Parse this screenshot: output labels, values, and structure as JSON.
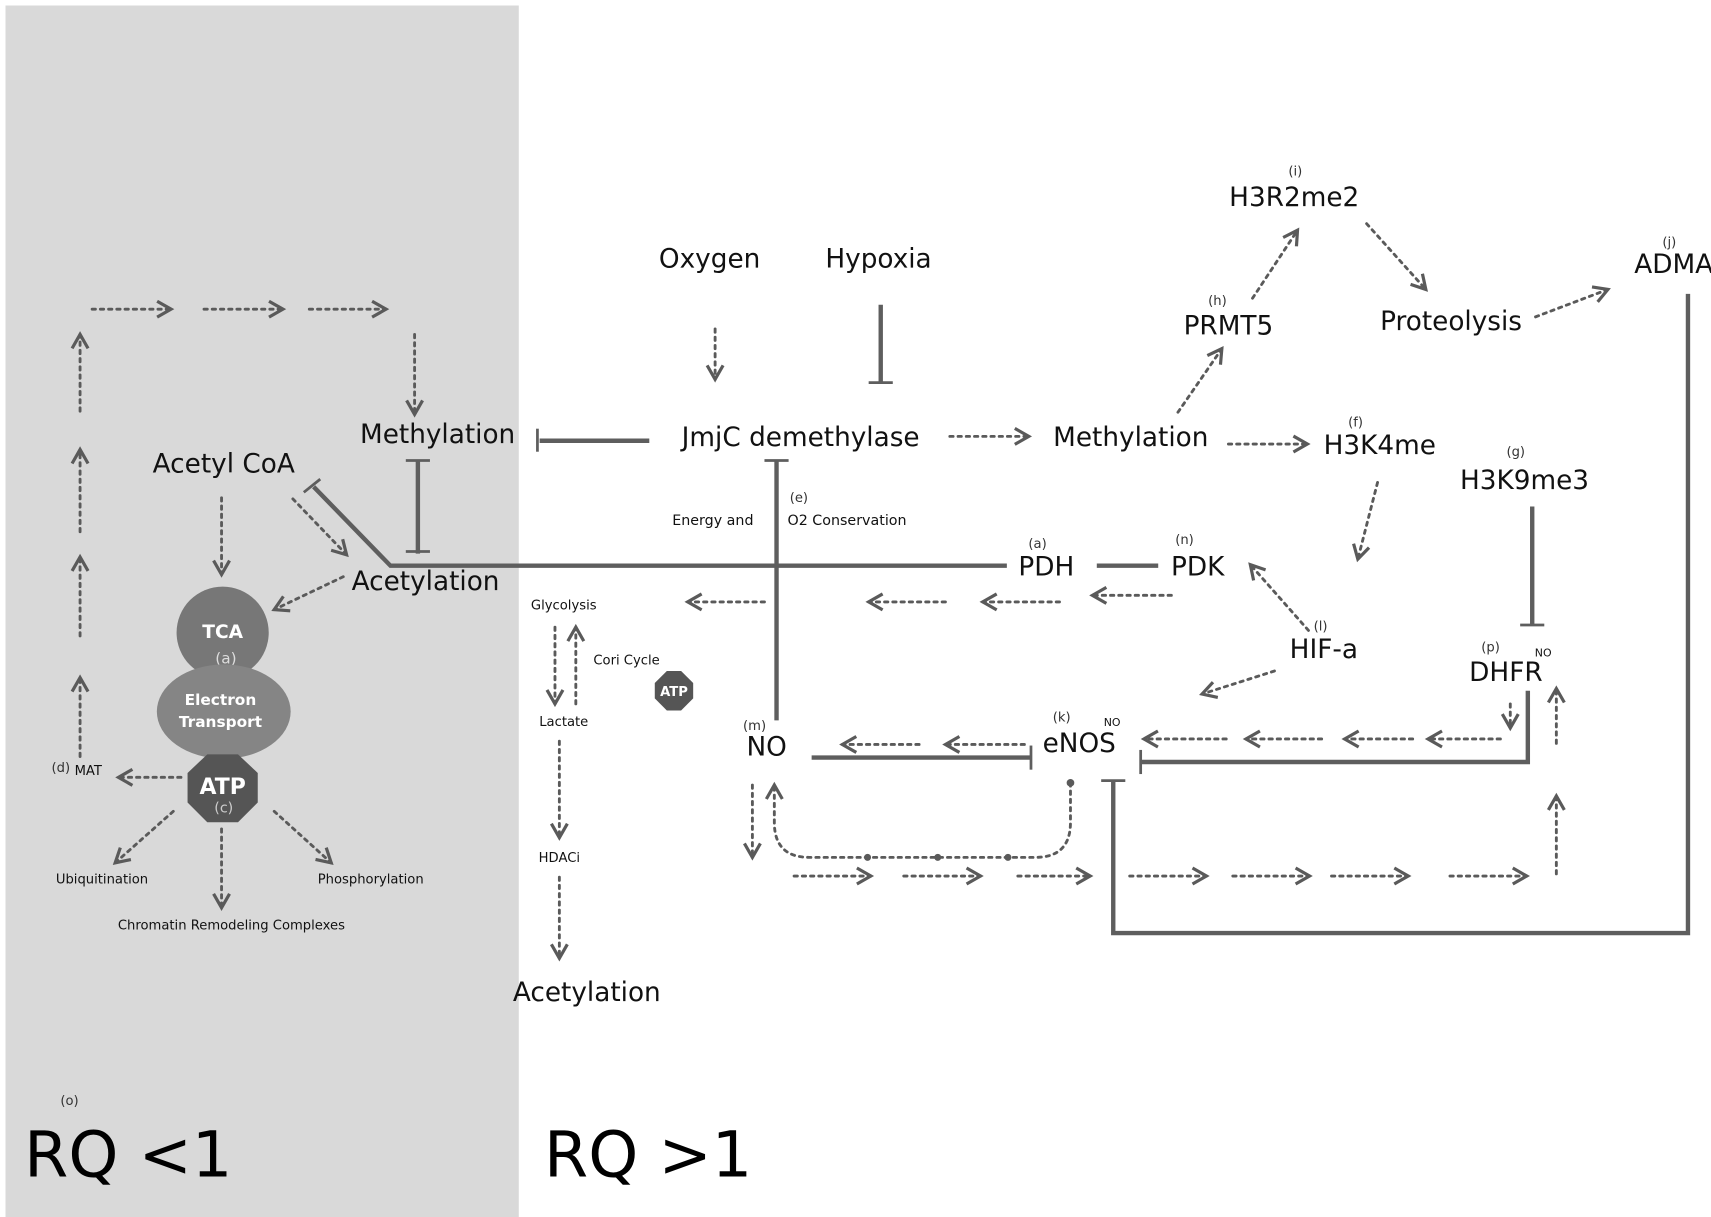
{
  "panels": {
    "left": {
      "label": "RQ <1",
      "tag": "(o)",
      "color": "#d9d9d9"
    },
    "right": {
      "label": "RQ >1"
    }
  },
  "colors": {
    "node_fill_tca": "#777777",
    "node_fill_et": "#858585",
    "node_fill_atp": "#555555",
    "line": "#5e5e5e"
  },
  "left_nodes": {
    "methylation": "Methylation",
    "acetyl_coa": "Acetyl CoA",
    "acetylation": "Acetylation",
    "tca": {
      "label": "TCA",
      "tag": "(a)"
    },
    "electron_transport": {
      "line1": "Electron",
      "line2": "Transport"
    },
    "atp": {
      "label": "ATP",
      "tag": "(c)"
    },
    "mat": {
      "label": "MAT",
      "tag": "(d)"
    },
    "ubiquitination": "Ubiquitination",
    "phosphorylation": "Phosphorylation",
    "chromatin": "Chromatin Remodeling Complexes"
  },
  "right_nodes": {
    "oxygen": "Oxygen",
    "hypoxia": "Hypoxia",
    "jmjc": "JmjC demethylase",
    "energy_left": "Energy and",
    "energy_right": "O2 Conservation",
    "energy_tag": "(e)",
    "methylation": "Methylation",
    "prmt5": {
      "label": "PRMT5",
      "tag": "(h)"
    },
    "h3r2me2": {
      "label": "H3R2me2",
      "tag": "(i)"
    },
    "proteolysis": "Proteolysis",
    "adma": {
      "label": "ADMA",
      "tag": "(j)"
    },
    "h3k4me": {
      "label": "H3K4me",
      "tag": "(f)"
    },
    "h3k9me3": {
      "label": "H3K9me3",
      "tag": "(g)"
    },
    "pdh": {
      "label": "PDH",
      "tag": "(a)"
    },
    "pdk": {
      "label": "PDK",
      "tag": "(n)"
    },
    "hif": {
      "label": "HIF-a",
      "tag": "(l)"
    },
    "dhfr": {
      "label": "DHFR",
      "tag": "(p)",
      "sup": "NO"
    },
    "enos": {
      "label": "eNOS",
      "tag": "(k)",
      "sup": "NO"
    },
    "no": {
      "label": "NO",
      "tag": "(m)"
    },
    "glycolysis": "Glycolysis",
    "cori": "Cori Cycle",
    "lactate": "Lactate",
    "atp": "ATP",
    "hdaci": "HDACi",
    "acetylation": "Acetylation"
  }
}
